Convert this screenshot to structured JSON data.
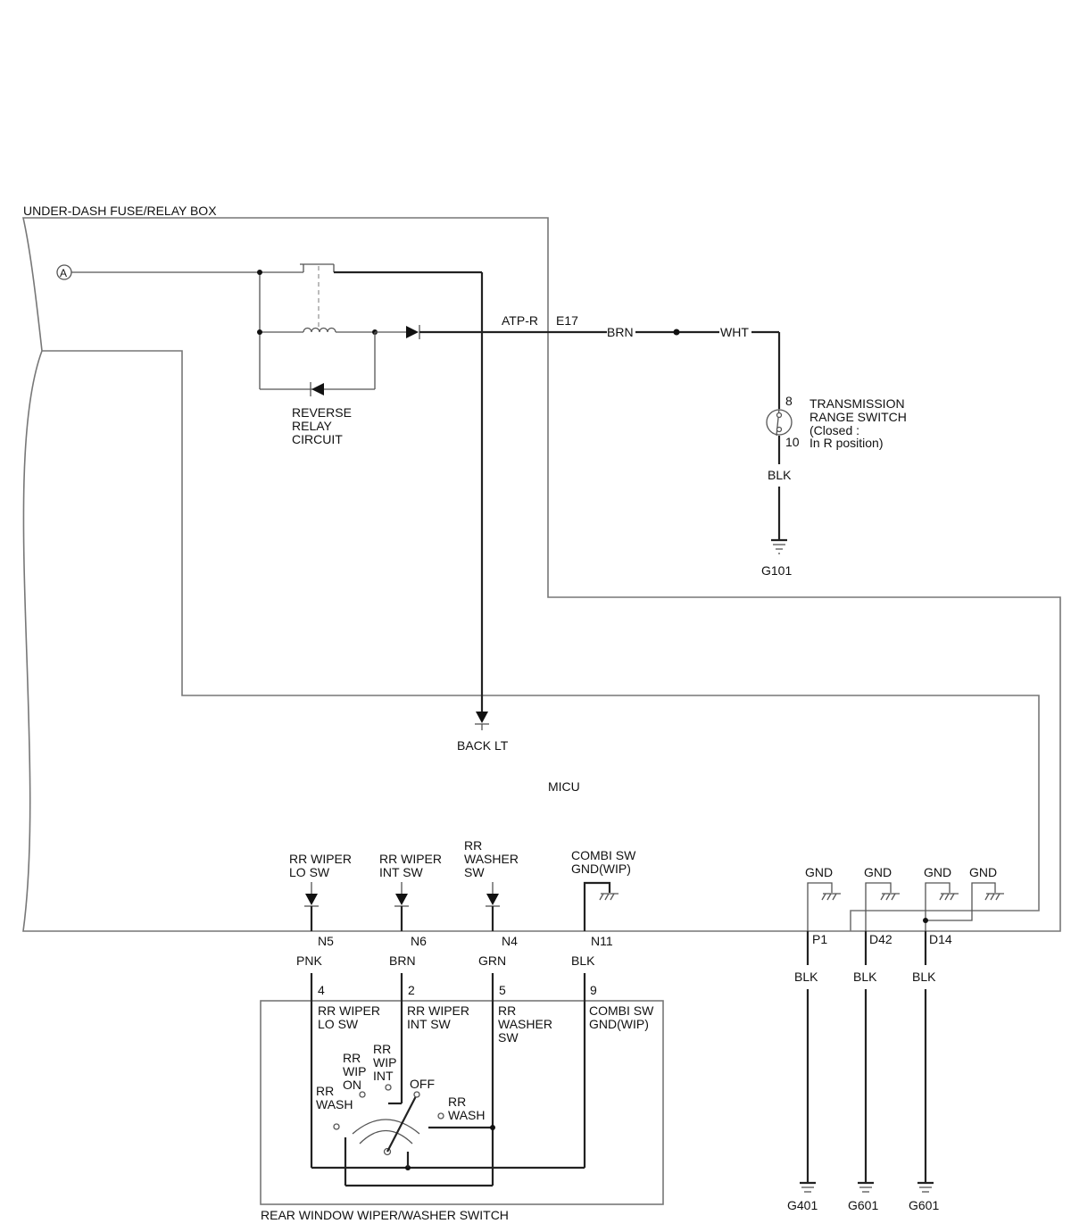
{
  "boxes": {
    "fuse_box": "UNDER-DASH FUSE/RELAY BOX",
    "micu": "MICU",
    "rear_switch": "REAR WINDOW WIPER/WASHER SWITCH"
  },
  "relay": {
    "input": "A",
    "label_1": "REVERSE",
    "label_2": "RELAY",
    "label_3": "CIRCUIT"
  },
  "top_wire": {
    "pin_name": "ATP-R",
    "connector": "E17",
    "color_1": "BRN",
    "color_2": "WHT"
  },
  "trans_switch": {
    "pin_top": "8",
    "pin_bottom": "10",
    "name_1": "TRANSMISSION",
    "name_2": "RANGE SWITCH",
    "note_1": "(Closed :",
    "note_2": "In R position)",
    "wire_color": "BLK",
    "ground": "G101"
  },
  "back_lt": "BACK LT",
  "micu_inputs": [
    {
      "label_1": "RR WIPER",
      "label_2": "LO SW",
      "label_3": "",
      "connector": "N5",
      "color": "PNK",
      "pin": "4",
      "sw_1": "RR WIPER",
      "sw_2": "LO SW",
      "sw_3": ""
    },
    {
      "label_1": "RR WIPER",
      "label_2": "INT SW",
      "label_3": "",
      "connector": "N6",
      "color": "BRN",
      "pin": "2",
      "sw_1": "RR WIPER",
      "sw_2": "INT SW",
      "sw_3": ""
    },
    {
      "label_1": "RR",
      "label_2": "WASHER",
      "label_3": "SW",
      "connector": "N4",
      "color": "GRN",
      "pin": "5",
      "sw_1": "RR",
      "sw_2": "WASHER",
      "sw_3": "SW"
    },
    {
      "label_1": "COMBI SW",
      "label_2": "GND(WIP)",
      "label_3": "",
      "connector": "N11",
      "color": "BLK",
      "pin": "9",
      "sw_1": "COMBI SW",
      "sw_2": "GND(WIP)",
      "sw_3": ""
    }
  ],
  "grounds": {
    "gnd_labels": [
      "GND",
      "GND",
      "GND",
      "GND"
    ],
    "connectors": [
      "P1",
      "D42",
      "D14"
    ],
    "colors": [
      "BLK",
      "BLK",
      "BLK"
    ],
    "names": [
      "G401",
      "G601",
      "G601"
    ]
  },
  "switch_positions": {
    "rr_wash_left_1": "RR",
    "rr_wash_left_2": "WASH",
    "rr_wip_on_1": "RR",
    "rr_wip_on_2": "WIP",
    "rr_wip_on_3": "ON",
    "rr_wip_int_1": "RR",
    "rr_wip_int_2": "WIP",
    "rr_wip_int_3": "INT",
    "off": "OFF",
    "rr_wash_right_1": "RR",
    "rr_wash_right_2": "WASH"
  }
}
